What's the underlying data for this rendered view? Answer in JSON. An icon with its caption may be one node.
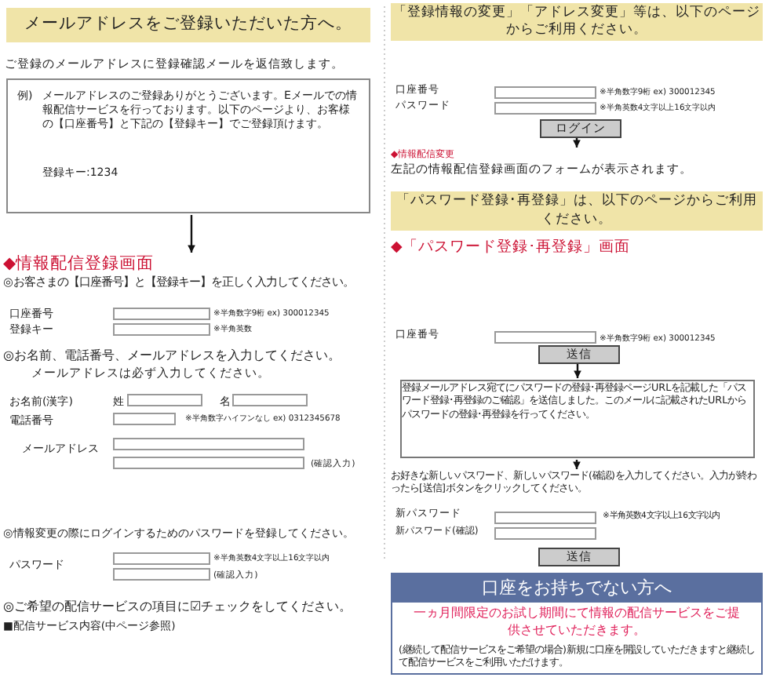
{
  "diagram": {
    "nodes": [
      {
        "text": [
          "メールアドレスをご登録いただいた方へ。"
        ]
      },
      {
        "text": [
          "例)",
          "メールアドレスのご登録ありがとうございます。Eメールでの情報配信サービスを行っております。以下のページより、お客様の【口座番号】と下記の【登録キー】でご登録頂けます。",
          "登録キー:1234"
        ]
      },
      {
        "text": [
          "◆情報配信登録画面"
        ]
      },
      {
        "text": [
          "「登録情報の変更」「アドレス変更」等は、以下のページからご利用ください。"
        ]
      },
      {
        "text": [
          "ログイン"
        ]
      },
      {
        "text": [
          "◆情報配信変更",
          "左記の情報配信登録画面のフォームが表示されます。"
        ]
      },
      {
        "text": [
          "「パスワード登録･再登録」は、以下のページからご利用ください。"
        ]
      },
      {
        "text": [
          "◆「パスワード登録･再登録」画面"
        ]
      },
      {
        "text": [
          "送信"
        ]
      },
      {
        "text": [
          "登録メールアドレス宛てにパスワードの登録･再登録ページURLを記載した「パスワード登録･再登録のご確認」を送信しました。このメールに記載されたURLからパスワードの登録･再登録を行ってください。"
        ]
      },
      {
        "text": [
          "お好きな新しいパスワード、新しいパスワード(確認)を入力してください。入力が終わったら[送信]ボタンをクリックしてください。"
        ]
      },
      {
        "text": [
          "送信"
        ]
      },
      {
        "text": [
          "口座をお持ちでない方へ",
          "一ヵ月間限定のお試し期間にて情報の配信サービスをご提供させていただきます。",
          "(継続して配信サービスをご希望の場合)新規に口座を開設していただきますと継続して配信サービスをご利用いただけます。"
        ]
      }
    ],
    "edges": [
      {
        "from": 1,
        "to": 2,
        "arrow": "to"
      },
      {
        "from": 4,
        "to": 5,
        "arrow": "to"
      },
      {
        "from": 8,
        "to": 9,
        "arrow": "to"
      },
      {
        "from": 9,
        "to": 10,
        "arrow": "to"
      }
    ],
    "labels": [
      "ご登録のメールアドレスに登録確認メールを返信致します。",
      "◎お客さまの【口座番号】と【登録キー】を正しく入力してください。",
      "口座番号",
      "※半角数字9桁 ex) 300012345",
      "登録キー",
      "※半角英数",
      "◎お名前、電話番号、メールアドレスを入力してください。",
      "メールアドレスは必ず入力してください。",
      "お名前(漢字)",
      "姓",
      "名",
      "電話番号",
      "※半角数字ハイフンなし ex) 0312345678",
      "メールアドレス",
      "(確認入力)",
      "◎情報変更の際にログインするためのパスワードを登録してください。",
      "パスワード",
      "※半角英数4文字以上16文字以内",
      "(確認入力)",
      "◎ご希望の配信サービスの項目に☑チェックをしてください。",
      "■配信サービス内容(中ページ参照)",
      "口座番号",
      "※半角数字9桁 ex) 300012345",
      "パスワード",
      "※半角英数4文字以上16文字以内",
      "口座番号",
      "※半角数字9桁 ex) 300012345",
      "新パスワード",
      "※半角英数4文字以上16文字以内",
      "新パスワード(確認)"
    ]
  }
}
